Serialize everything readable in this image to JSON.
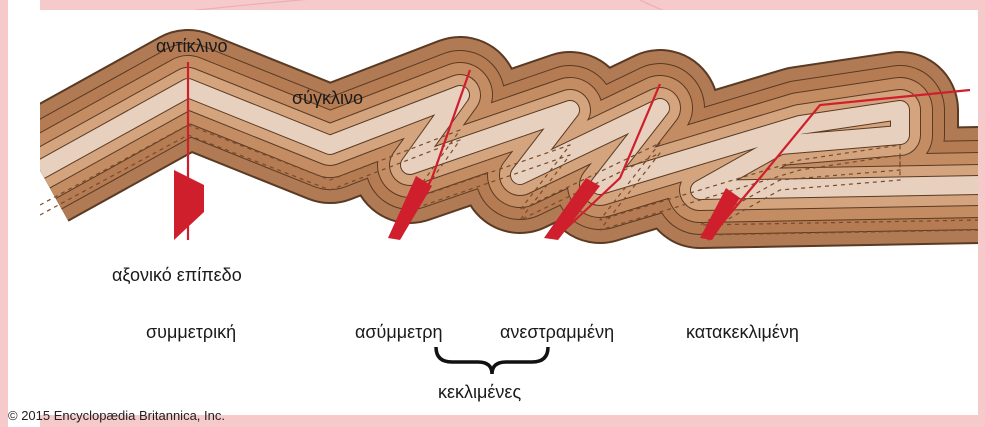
{
  "labels": {
    "anticline": "αντίκλινο",
    "syncline": "σύγκλινο",
    "axial_plane": "αξονικό επίπεδο",
    "symmetric": "συμμετρική",
    "asymmetric": "ασύμμετρη",
    "overturned": "ανεστραμμένη",
    "recumbent": "κατακεκλιμένη",
    "inclined": "κεκλιμένες"
  },
  "copyright": "© 2015 Encyclopædia Britannica, Inc.",
  "colors": {
    "background": "#f6c9cb",
    "panel": "#ffffff",
    "layer_top": "#e7d0bd",
    "layer_2": "#d4a47f",
    "layer_3": "#c48c63",
    "layer_4": "#b57b53",
    "layer_base": "#b07a55",
    "outline": "#5a3a22",
    "axial_plane": "#cf1f2c"
  }
}
